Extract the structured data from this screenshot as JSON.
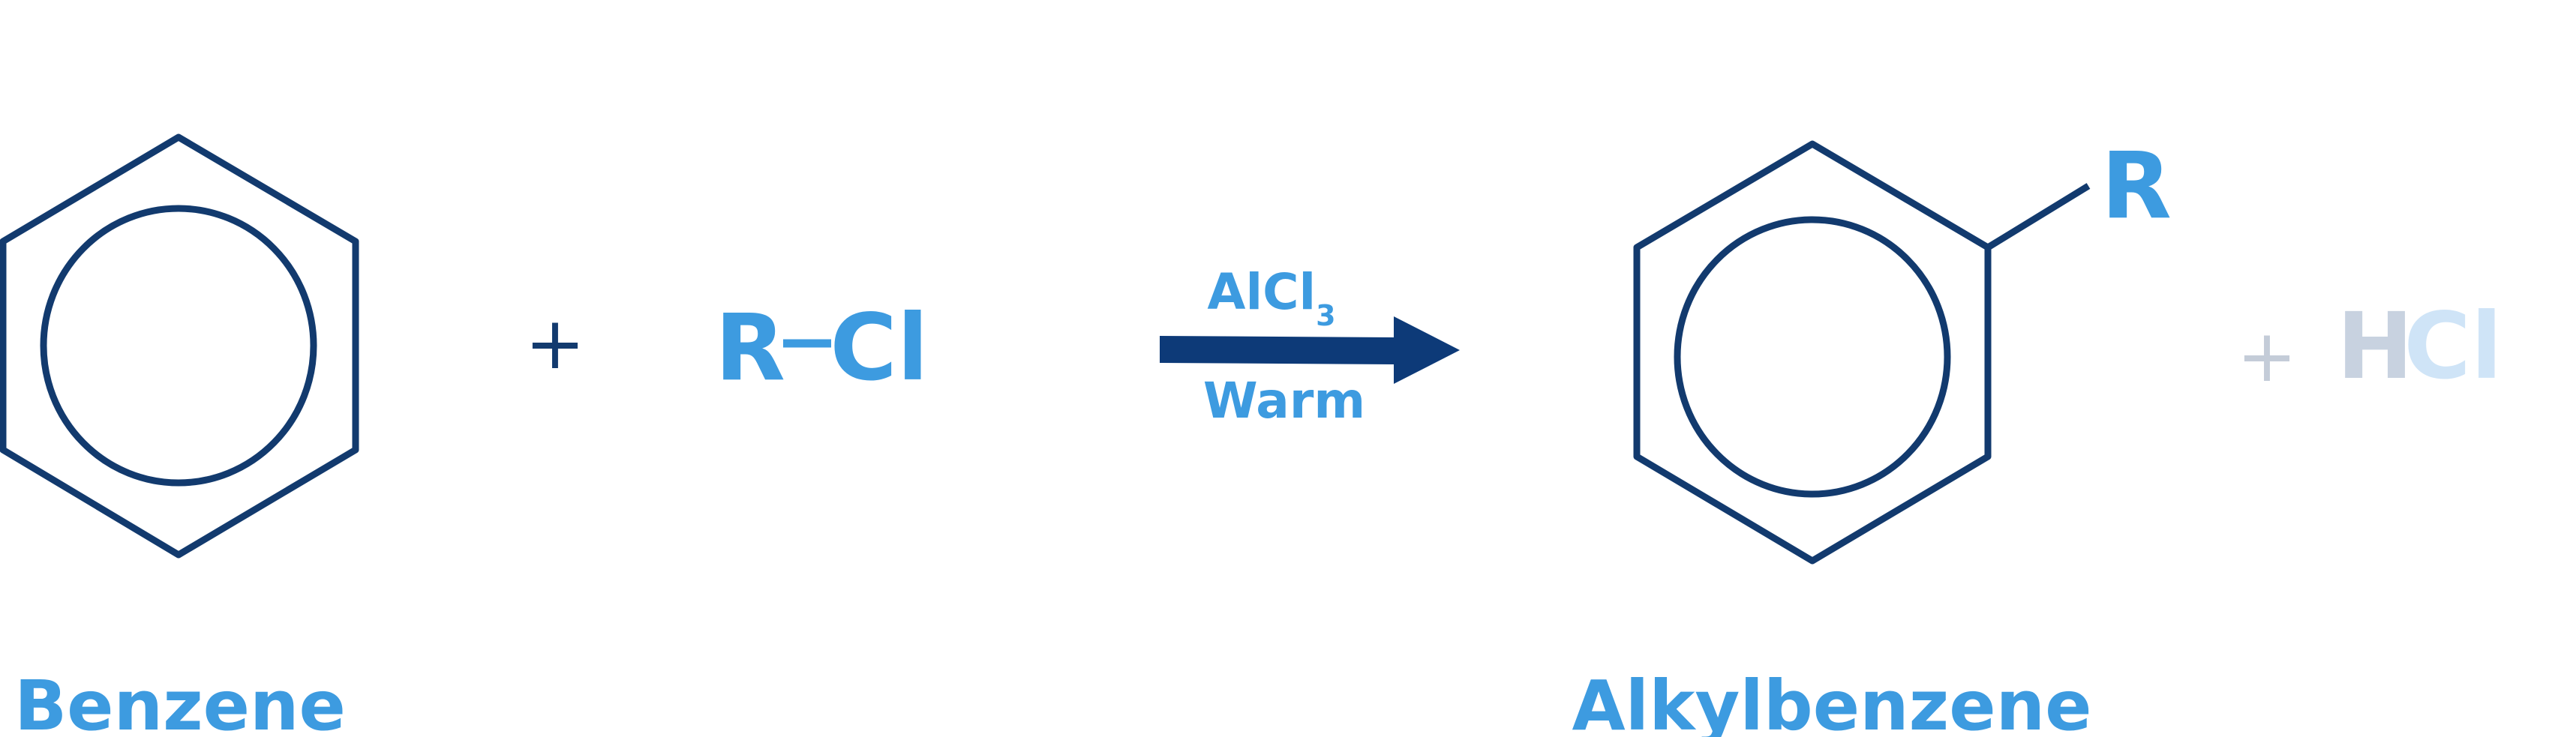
{
  "reactant_1": {
    "name": "Benzene"
  },
  "plus_1": "+",
  "reactant_2": {
    "r": "R",
    "cl": "Cl"
  },
  "reaction_arrow": {
    "reagent": "AlCl",
    "reagent_subscript": "3",
    "condition": "Warm"
  },
  "product_1": {
    "name": "Alkylbenzene",
    "substituent": "R"
  },
  "plus_2": "+",
  "product_2": {
    "h": "H",
    "cl": "Cl"
  },
  "colors": {
    "structure": "#123a6e",
    "arrow": "#0d3a78",
    "label": "#3d9be0",
    "faded_h": "#c8d2e0",
    "faded_cl": "#cfe4f7",
    "faded_plus": "#c4ccd8"
  }
}
